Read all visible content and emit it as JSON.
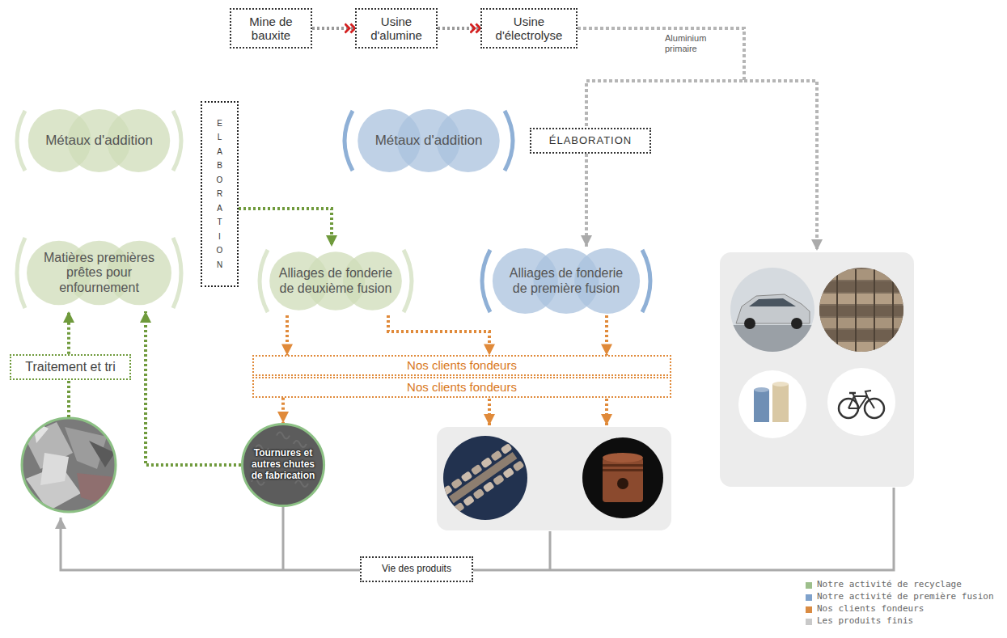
{
  "diagram": {
    "nodes": [
      {
        "text": [
          "Mine de bauxite"
        ]
      },
      {
        "text": [
          "Usine d'alumine"
        ]
      },
      {
        "text": [
          "Usine d'électrolyse"
        ]
      },
      {
        "text": [
          "Métaux d'addition"
        ]
      },
      {
        "text": [
          "ELABORATION"
        ]
      },
      {
        "text": [
          "Matières premières prêtes pour enfournement"
        ]
      },
      {
        "text": [
          "Métaux d'addition"
        ]
      },
      {
        "text": [
          "ÉLABORATION"
        ]
      },
      {
        "text": [
          "Alliages de fonderie de deuxième fusion"
        ]
      },
      {
        "text": [
          "Alliages de fonderie de première fusion"
        ]
      },
      {
        "text": [
          "Nos clients fondeurs"
        ]
      },
      {
        "text": [
          "Nos clients fondeurs"
        ]
      },
      {
        "text": [
          "Traitement et tri"
        ]
      },
      {
        "text": [
          "Tournures et autres chutes de fabrication"
        ]
      },
      {
        "text": [
          "Vie des produits"
        ]
      }
    ],
    "edges": [
      {
        "from": 0,
        "to": 1,
        "arrow": "to"
      },
      {
        "from": 1,
        "to": 2,
        "arrow": "to"
      },
      {
        "from": 2,
        "to": 7,
        "arrow": "none",
        "label": "Aluminium primaire"
      },
      {
        "from": 7,
        "to": 9,
        "arrow": "to"
      },
      {
        "from": 4,
        "to": 8,
        "arrow": "to"
      },
      {
        "from": 12,
        "to": 5,
        "arrow": "to"
      },
      {
        "from": 13,
        "to": 5,
        "arrow": "to"
      },
      {
        "from": 8,
        "to": 10,
        "arrow": "to"
      },
      {
        "from": 8,
        "to": 10,
        "arrow": "to"
      },
      {
        "from": 9,
        "to": 10,
        "arrow": "to"
      },
      {
        "from": 11,
        "to": 13,
        "arrow": "to"
      }
    ],
    "legend": [
      {
        "text": "Notre activité de recyclage",
        "color": "#9dbf8b"
      },
      {
        "text": "Notre activité de première fusion",
        "color": "#7fa2cc"
      },
      {
        "text": "Nos clients fondeurs",
        "color": "#d98b43"
      },
      {
        "text": "Les produits finis",
        "color": "#c9c9c9"
      }
    ]
  }
}
